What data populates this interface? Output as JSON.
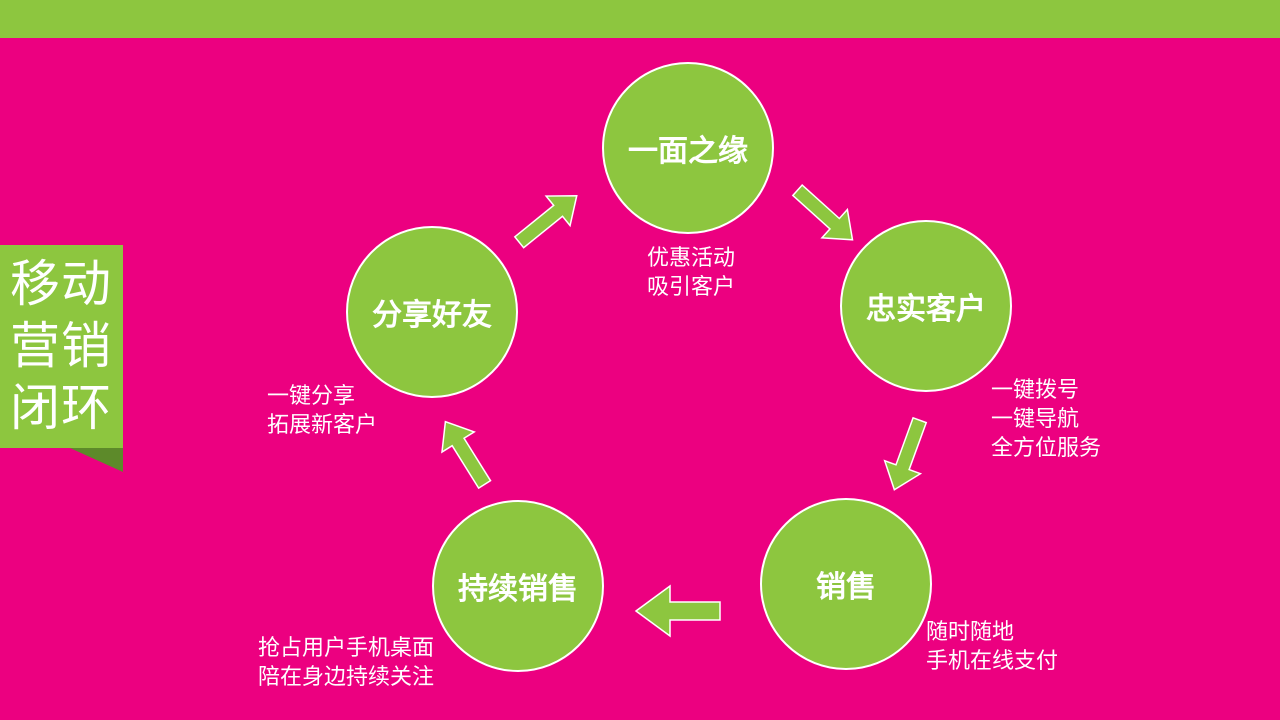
{
  "side_title": [
    "移动",
    "营销",
    "闭环"
  ],
  "nodes": [
    {
      "id": "one-meet",
      "label": "一面之缘",
      "caption": [
        "优惠活动",
        "吸引客户"
      ]
    },
    {
      "id": "loyal",
      "label": "忠实客户",
      "caption": [
        "一键拨号",
        "一键导航",
        "全方位服务"
      ]
    },
    {
      "id": "sales",
      "label": "销售",
      "caption": [
        "随时随地",
        "手机在线支付"
      ]
    },
    {
      "id": "ongoing",
      "label": "持续销售",
      "caption": [
        "抢占用户手机桌面",
        "陪在身边持续关注"
      ]
    },
    {
      "id": "share",
      "label": "分享好友",
      "caption": [
        "一键分享",
        "拓展新客户"
      ]
    }
  ],
  "colors": {
    "background": "#ec0080",
    "accent": "#8dc63f",
    "fold": "#5d8a2a",
    "text": "#ffffff"
  }
}
